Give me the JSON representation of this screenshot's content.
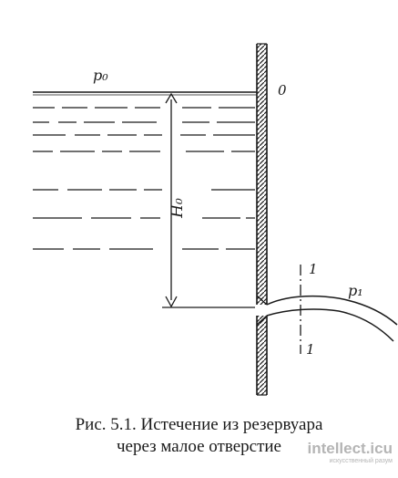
{
  "labels": {
    "pressure_top": "p₀",
    "level_zero": "0",
    "head": "H₀",
    "section_top": "1",
    "section_bottom": "1",
    "pressure_jet": "p₁"
  },
  "caption": {
    "line1": "Рис. 5.1. Истечение из резервуара",
    "line2": "через малое отверстие"
  },
  "watermark": {
    "main": "intellect.icu",
    "sub": "искусственный разум"
  }
}
